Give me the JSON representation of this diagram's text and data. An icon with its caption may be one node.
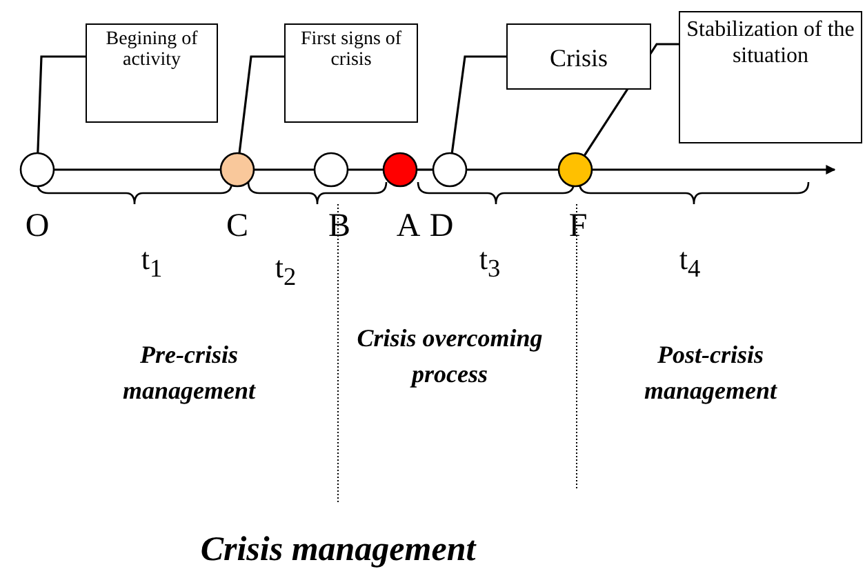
{
  "diagram": {
    "caption": "Crisis management",
    "nodes": [
      {
        "text": [
          "Begining of activity"
        ]
      },
      {
        "text": [
          "First signs of crisis"
        ]
      },
      {
        "text": [
          "Crisis"
        ]
      },
      {
        "text": [
          "Stabilization of the situation"
        ]
      },
      {
        "text": [],
        "shape": "circle",
        "beside": [
          "O"
        ]
      },
      {
        "text": [],
        "shape": "circle",
        "beside": [
          "C"
        ]
      },
      {
        "text": [],
        "shape": "circle",
        "beside": [
          "B"
        ]
      },
      {
        "text": [],
        "shape": "circle",
        "beside": [
          "A"
        ]
      },
      {
        "text": [],
        "shape": "circle",
        "beside": [
          "D"
        ]
      },
      {
        "text": [],
        "shape": "circle",
        "beside": [
          "F"
        ]
      }
    ],
    "edges": [
      {
        "from": 0,
        "to": 4,
        "arrow": "none"
      },
      {
        "from": 1,
        "to": 5,
        "arrow": "none"
      },
      {
        "from": 2,
        "to": 8,
        "arrow": "none"
      },
      {
        "from": 3,
        "to": 9,
        "arrow": "none"
      },
      {
        "from": 4,
        "to": 5,
        "arrow": "none"
      },
      {
        "from": 5,
        "to": 6,
        "arrow": "none"
      },
      {
        "from": 6,
        "to": 7,
        "arrow": "none"
      },
      {
        "from": 7,
        "to": 8,
        "arrow": "none"
      },
      {
        "from": 8,
        "to": 9,
        "arrow": "none"
      },
      {
        "from": 9,
        "to": null,
        "arrow": "to"
      }
    ],
    "labels": [
      "t$_{1}$",
      "t$_{2}$",
      "t$_{3}$",
      "t$_{4}$",
      "Pre-crisis management",
      "Crisis overcoming process",
      "Post-crisis management"
    ]
  }
}
